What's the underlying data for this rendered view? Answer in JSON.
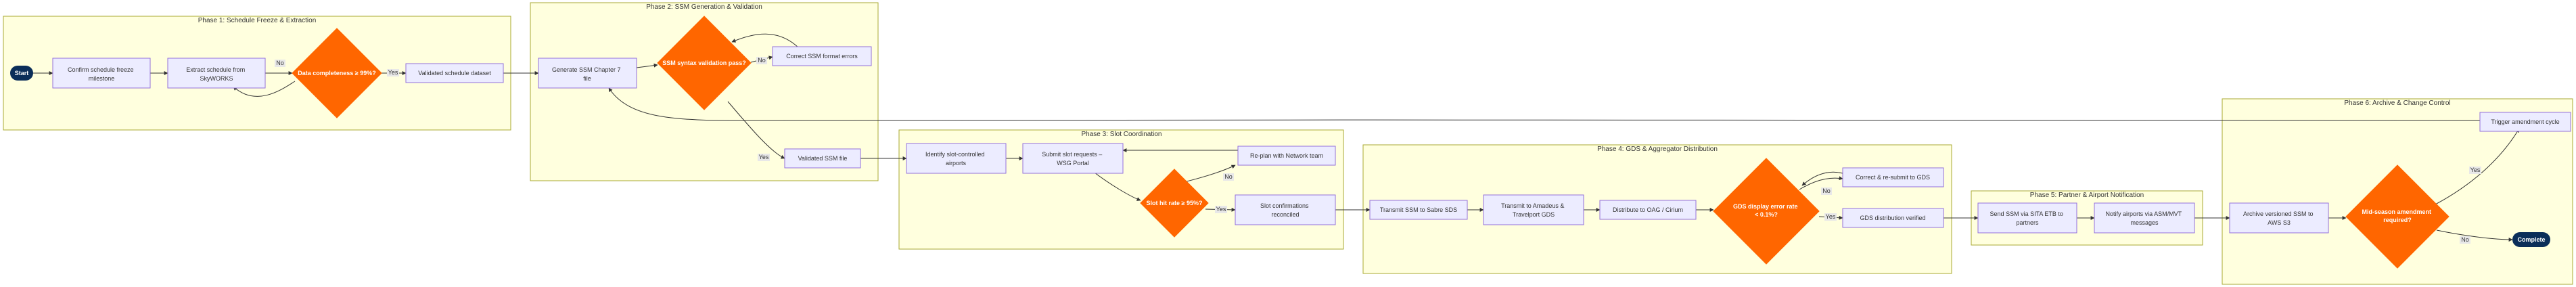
{
  "colors": {
    "phase_fill": "#ffffde",
    "phase_stroke": "#aaaa33",
    "node_fill": "#ececff",
    "node_stroke": "#9370db",
    "decision_fill": "#ff6600",
    "terminal_fill": "#0b2e59",
    "edge": "#333333"
  },
  "phases": [
    "Phase 1: Schedule Freeze & Extraction",
    "Phase 2: SSM Generation & Validation",
    "Phase 3: Slot Coordination",
    "Phase 4: GDS & Aggregator Distribution",
    "Phase 5: Partner & Airport Notification",
    "Phase 6: Archive & Change Control"
  ],
  "terminals": {
    "start": "Start",
    "complete": "Complete"
  },
  "nodes": {
    "confirm_freeze": [
      "Confirm schedule freeze",
      "milestone"
    ],
    "extract_schedule": [
      "Extract schedule from",
      "SkyWORKS"
    ],
    "validated_dataset": [
      "Validated schedule dataset"
    ],
    "generate_ssm": [
      "Generate SSM Chapter 7",
      "file"
    ],
    "correct_ssm": [
      "Correct SSM format errors"
    ],
    "validated_ssm": [
      "Validated SSM file"
    ],
    "identify_airports": [
      "Identify slot-controlled",
      "airports"
    ],
    "submit_slot": [
      "Submit slot requests –",
      "WSG Portal"
    ],
    "replan": [
      "Re-plan with Network team"
    ],
    "slot_confirmations": [
      "Slot confirmations",
      "reconciled"
    ],
    "transmit_sabre": [
      "Transmit SSM to Sabre SDS"
    ],
    "transmit_amadeus": [
      "Transmit to Amadeus &",
      "Travelport GDS"
    ],
    "distribute_oag": [
      "Distribute to OAG / Cirium"
    ],
    "correct_resubmit": [
      "Correct & re-submit to GDS"
    ],
    "gds_verified": [
      "GDS distribution verified"
    ],
    "send_ssm": [
      "Send SSM via SITA ETB to",
      "partners"
    ],
    "notify_airports": [
      "Notify airports via ASM/MVT",
      "messages"
    ],
    "archive": [
      "Archive versioned SSM to",
      "AWS S3"
    ],
    "trigger_amendment": [
      "Trigger amendment cycle"
    ]
  },
  "decisions": {
    "data_completeness": [
      "Data completeness ≥ 99%?"
    ],
    "ssm_syntax": [
      "SSM syntax validation pass?"
    ],
    "slot_hit_rate": [
      "Slot hit rate ≥ 95%?"
    ],
    "gds_display": [
      "GDS display error rate",
      "< 0.1%?"
    ],
    "post_amendment": [
      "Mid-season amendment",
      "required?"
    ]
  },
  "edge_labels": {
    "yes": "Yes",
    "no": "No"
  }
}
